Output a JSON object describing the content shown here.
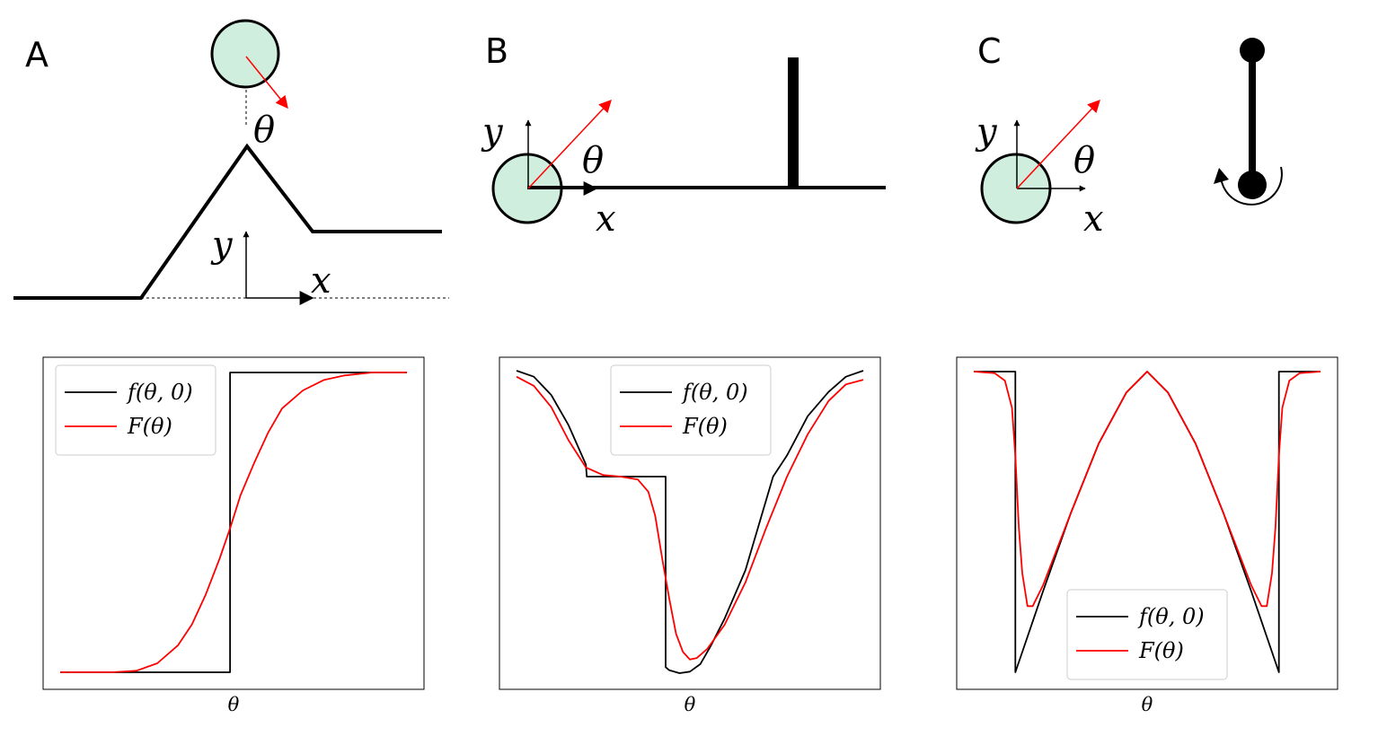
{
  "panels": [
    {
      "letter": "A",
      "axis_x": "x",
      "axis_y": "y",
      "angle": "θ"
    },
    {
      "letter": "B",
      "axis_x": "x",
      "axis_y": "y",
      "angle": "θ"
    },
    {
      "letter": "C",
      "axis_x": "x",
      "axis_y": "y",
      "angle": "θ"
    }
  ],
  "colors": {
    "ball_fill": "#cfeedd",
    "arrow": "#ff0000",
    "f_line": "#000000",
    "F_line": "#ff0000"
  },
  "chart_data": [
    {
      "type": "line",
      "xlabel": "θ",
      "grid": false,
      "legend_position": "top-left",
      "xlim": [
        0,
        1
      ],
      "ylim": [
        0,
        1
      ],
      "series": [
        {
          "name": "f(θ, 0)",
          "color": "#000000",
          "x": [
            0,
            0.49,
            0.49,
            1
          ],
          "y": [
            0,
            0,
            1,
            1
          ]
        },
        {
          "name": "F(θ)",
          "color": "#ff0000",
          "x": [
            0,
            0.15,
            0.22,
            0.28,
            0.34,
            0.38,
            0.42,
            0.46,
            0.49,
            0.52,
            0.56,
            0.6,
            0.64,
            0.7,
            0.76,
            0.82,
            0.9,
            1
          ],
          "y": [
            0,
            0,
            0.005,
            0.03,
            0.09,
            0.16,
            0.26,
            0.38,
            0.48,
            0.59,
            0.7,
            0.8,
            0.88,
            0.94,
            0.975,
            0.99,
            1,
            1
          ]
        }
      ]
    },
    {
      "type": "line",
      "xlabel": "θ",
      "grid": false,
      "legend_position": "top-center",
      "xlim": [
        0,
        1
      ],
      "ylim": [
        0,
        1
      ],
      "series": [
        {
          "name": "f(θ, 0)",
          "color": "#000000",
          "x": [
            0,
            0.05,
            0.1,
            0.15,
            0.2,
            0.2026,
            0.43,
            0.43,
            0.44,
            0.47,
            0.5,
            0.53,
            0.56,
            0.6,
            0.66,
            0.74,
            0.74,
            0.78,
            0.84,
            0.9,
            0.95,
            1
          ],
          "y": [
            1,
            0.98,
            0.92,
            0.82,
            0.69,
            0.65,
            0.65,
            0.02,
            0.01,
            0,
            0.005,
            0.03,
            0.09,
            0.18,
            0.34,
            0.65,
            0.65,
            0.72,
            0.85,
            0.93,
            0.98,
            1
          ]
        },
        {
          "name": "F(θ)",
          "color": "#ff0000",
          "x": [
            0,
            0.05,
            0.1,
            0.15,
            0.2,
            0.25,
            0.3,
            0.35,
            0.38,
            0.4,
            0.42,
            0.44,
            0.46,
            0.48,
            0.5,
            0.52,
            0.55,
            0.6,
            0.66,
            0.72,
            0.78,
            0.84,
            0.9,
            0.95,
            1
          ],
          "y": [
            0.98,
            0.95,
            0.88,
            0.77,
            0.68,
            0.655,
            0.65,
            0.64,
            0.6,
            0.52,
            0.38,
            0.25,
            0.13,
            0.07,
            0.045,
            0.05,
            0.08,
            0.16,
            0.3,
            0.48,
            0.65,
            0.79,
            0.9,
            0.955,
            0.97
          ]
        }
      ]
    },
    {
      "type": "line",
      "xlabel": "θ",
      "grid": false,
      "legend_position": "bottom-center",
      "xlim": [
        0,
        1
      ],
      "ylim": [
        0,
        1
      ],
      "series": [
        {
          "name": "f(θ, 0)",
          "color": "#000000",
          "x": [
            0,
            0.12,
            0.12,
            0.2,
            0.28,
            0.36,
            0.44,
            0.5,
            0.56,
            0.64,
            0.72,
            0.8,
            0.88,
            0.88,
            1
          ],
          "y": [
            1,
            1,
            0,
            0.27,
            0.53,
            0.76,
            0.93,
            1,
            0.93,
            0.76,
            0.53,
            0.27,
            0,
            1,
            1
          ]
        },
        {
          "name": "F(θ)",
          "color": "#ff0000",
          "x": [
            0,
            0.06,
            0.09,
            0.11,
            0.12,
            0.13,
            0.14,
            0.155,
            0.17,
            0.2,
            0.28,
            0.36,
            0.44,
            0.5,
            0.56,
            0.64,
            0.72,
            0.8,
            0.83,
            0.845,
            0.86,
            0.87,
            0.88,
            0.89,
            0.91,
            0.94,
            1
          ],
          "y": [
            1,
            0.995,
            0.97,
            0.88,
            0.72,
            0.48,
            0.33,
            0.22,
            0.22,
            0.29,
            0.53,
            0.76,
            0.93,
            1,
            0.93,
            0.76,
            0.53,
            0.29,
            0.22,
            0.22,
            0.33,
            0.48,
            0.72,
            0.88,
            0.97,
            0.995,
            1
          ]
        }
      ]
    }
  ]
}
